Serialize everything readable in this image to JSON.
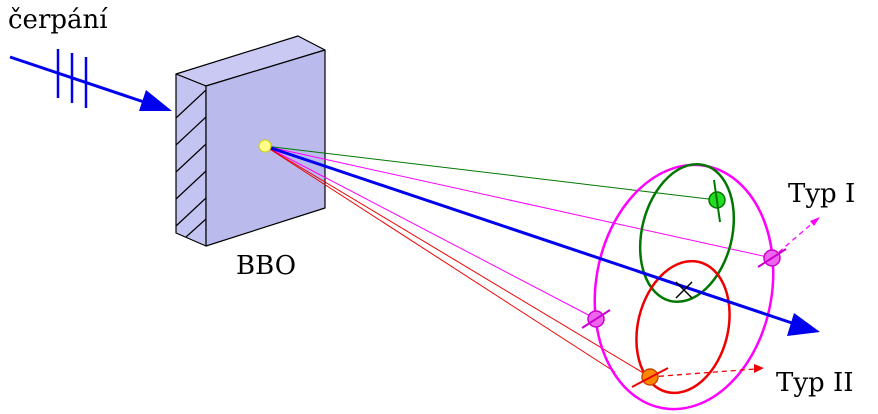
{
  "labels": {
    "pump": "čerpání",
    "crystal": "BBO",
    "type1": "Typ I",
    "type2": "Typ II"
  },
  "colors": {
    "crystal_front": "#babaed",
    "crystal_side": "#c4c4f2",
    "crystal_top": "#c9c9f4",
    "pump_beam": "#0000ee",
    "type1_cone": "#ff00ff",
    "green_ring": "#007700",
    "red_ring": "#ee0000",
    "green_dot": "#22dd22",
    "pink_dot": "#ee66ee",
    "orange_dot": "#ff8800",
    "spot": "#ffff88"
  }
}
